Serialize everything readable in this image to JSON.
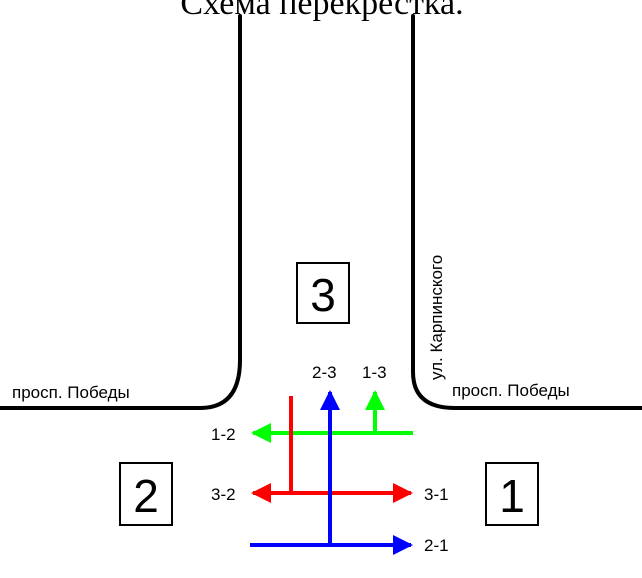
{
  "title": "Схема перекрестка.",
  "streets": {
    "left": "просп. Победы",
    "right": "просп. Победы",
    "vertical": "ул. Карпинского"
  },
  "zones": {
    "zone1": "1",
    "zone2": "2",
    "zone3": "3"
  },
  "flows": {
    "f12": "1-2",
    "f13": "1-3",
    "f23": "2-3",
    "f21": "2-1",
    "f31": "3-1",
    "f32": "3-2"
  },
  "colors": {
    "road": "#000000",
    "flow_from_1": "#00ff00",
    "flow_from_2": "#0000ff",
    "flow_from_3": "#ff0000"
  }
}
